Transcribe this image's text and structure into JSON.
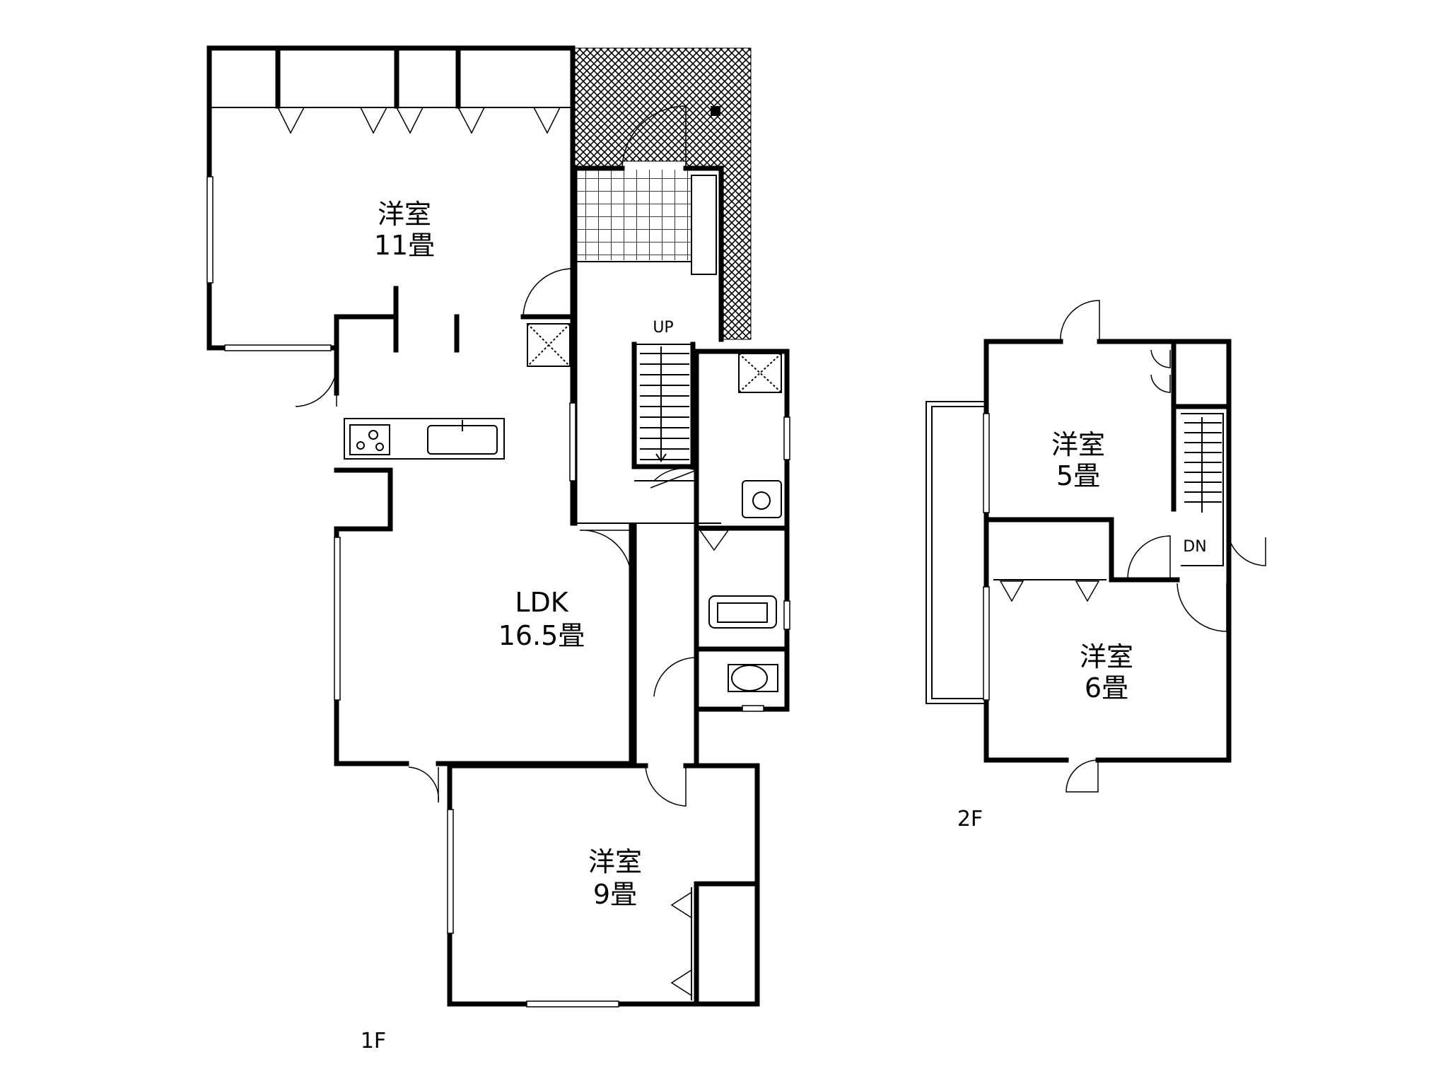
{
  "floor_plan": {
    "first_floor": {
      "floor_label": "1F",
      "rooms": [
        {
          "name": "洋室",
          "size": "11畳"
        },
        {
          "name": "LDK",
          "size": "16.5畳"
        },
        {
          "name": "洋室",
          "size": "9畳"
        }
      ],
      "stair_label": "UP"
    },
    "second_floor": {
      "floor_label": "2F",
      "rooms": [
        {
          "name": "洋室",
          "size": "5畳"
        },
        {
          "name": "洋室",
          "size": "6畳"
        }
      ],
      "stair_label": "DN"
    }
  }
}
